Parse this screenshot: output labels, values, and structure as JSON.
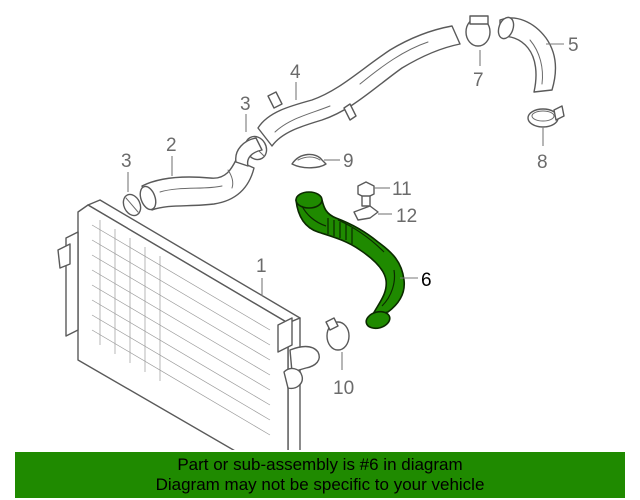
{
  "callouts": {
    "c1": "1",
    "c2": "2",
    "c3a": "3",
    "c3b": "3",
    "c4": "4",
    "c5": "5",
    "c6": "6",
    "c7": "7",
    "c8": "8",
    "c9": "9",
    "c10": "10",
    "c11": "11",
    "c12": "12"
  },
  "highlight": {
    "part": "6",
    "color": "#1f8a00"
  },
  "footer": {
    "line1": "Part or sub-assembly is #6 in diagram",
    "line2": "Diagram may not be specific to your vehicle",
    "background": "#1f8a00"
  }
}
